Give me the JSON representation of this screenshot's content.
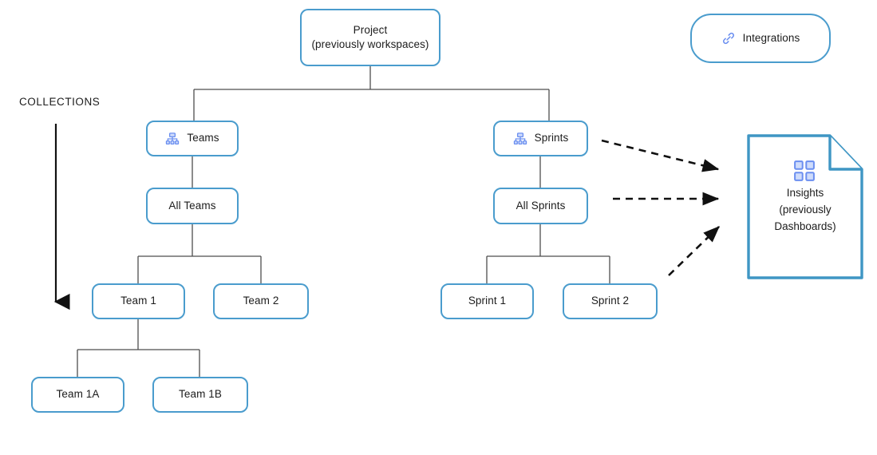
{
  "diagram": {
    "title_text_present": false,
    "colors": {
      "node_border": "#4a9ccd",
      "doc_border": "#3f96c4",
      "connector": "#4d4d4d",
      "arrow": "#111111",
      "icon_blue": "#6b8ff0",
      "text": "#1c1c1c",
      "background": "#ffffff"
    },
    "side_label": {
      "text": "COLLECTIONS",
      "arrow_direction": "down",
      "arrow_name": "collections-down-arrow"
    },
    "nodes": {
      "project": {
        "line1": "Project",
        "line2": "(previously workspaces)",
        "icon": null
      },
      "integrations": {
        "label": "Integrations",
        "icon": "link-icon",
        "shape": "pill"
      },
      "teams": {
        "label": "Teams",
        "icon": "org-chart-icon"
      },
      "sprints": {
        "label": "Sprints",
        "icon": "org-chart-icon"
      },
      "all_teams": {
        "label": "All Teams"
      },
      "all_sprints": {
        "label": "All Sprints"
      },
      "team1": {
        "label": "Team 1"
      },
      "team2": {
        "label": "Team 2"
      },
      "team1a": {
        "label": "Team 1A"
      },
      "team1b": {
        "label": "Team 1B"
      },
      "sprint1": {
        "label": "Sprint 1"
      },
      "sprint2": {
        "label": "Sprint 2"
      },
      "insights": {
        "line1": "Insights",
        "line2": "(previously",
        "line3": "Dashboards)",
        "icon": "grid-icon",
        "shape": "document-folded-corner"
      }
    },
    "edges": [
      {
        "from": "project",
        "to": "teams",
        "style": "solid"
      },
      {
        "from": "project",
        "to": "sprints",
        "style": "solid"
      },
      {
        "from": "teams",
        "to": "all_teams",
        "style": "solid"
      },
      {
        "from": "all_teams",
        "to": "team1",
        "style": "solid"
      },
      {
        "from": "all_teams",
        "to": "team2",
        "style": "solid"
      },
      {
        "from": "team1",
        "to": "team1a",
        "style": "solid"
      },
      {
        "from": "team1",
        "to": "team1b",
        "style": "solid"
      },
      {
        "from": "sprints",
        "to": "all_sprints",
        "style": "solid"
      },
      {
        "from": "all_sprints",
        "to": "sprint1",
        "style": "solid"
      },
      {
        "from": "all_sprints",
        "to": "sprint2",
        "style": "solid"
      },
      {
        "from": "sprints",
        "to": "insights",
        "style": "dashed-arrow"
      },
      {
        "from": "all_sprints",
        "to": "insights",
        "style": "dashed-arrow"
      },
      {
        "from": "sprint2-area",
        "to": "insights",
        "style": "dashed-arrow"
      }
    ]
  }
}
